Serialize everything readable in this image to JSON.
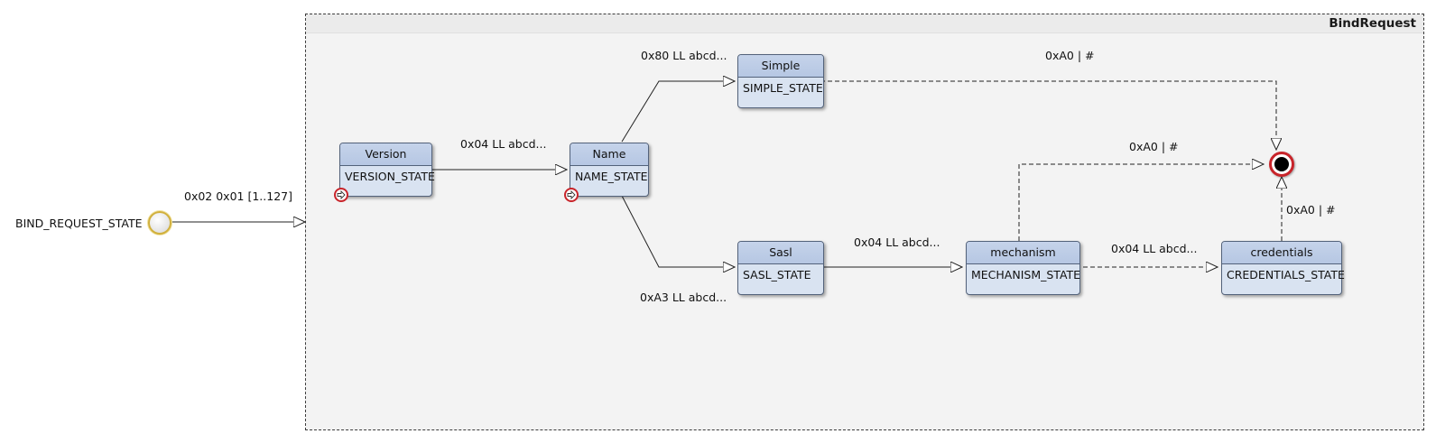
{
  "external_start": {
    "label": "BIND_REQUEST_STATE"
  },
  "composite": {
    "title": "BindRequest"
  },
  "states": {
    "version": {
      "name": "Version",
      "body": "VERSION_STATE"
    },
    "name": {
      "name": "Name",
      "body": "NAME_STATE"
    },
    "simple": {
      "name": "Simple",
      "body": "SIMPLE_STATE"
    },
    "sasl": {
      "name": "Sasl",
      "body": "SASL_STATE"
    },
    "mechanism": {
      "name": "mechanism",
      "body": "MECHANISM_STATE"
    },
    "credentials": {
      "name": "credentials",
      "body": "CREDENTIALS_STATE"
    }
  },
  "transitions": {
    "start_to_bind": "0x02 0x01 [1..127]",
    "version_to_name": "0x04 LL abcd...",
    "name_to_simple": "0x80 LL abcd...",
    "name_to_sasl": "0xA3 LL abcd...",
    "sasl_to_mechanism": "0x04 LL abcd...",
    "mechanism_to_credentials": "0x04 LL abcd...",
    "simple_to_final": "0xA0 | #",
    "mechanism_to_final": "0xA0 | #",
    "credentials_to_final": "0xA0 | #"
  },
  "colors": {
    "state_fill": "#d9e3f1",
    "state_header": "#b6c7e3",
    "state_border": "#53627a",
    "final_ring": "#c8242a",
    "start_ring": "#d1b03c"
  },
  "icons": {
    "entry": "entry-point-icon",
    "start": "initial-state-icon",
    "final": "final-state-icon"
  }
}
